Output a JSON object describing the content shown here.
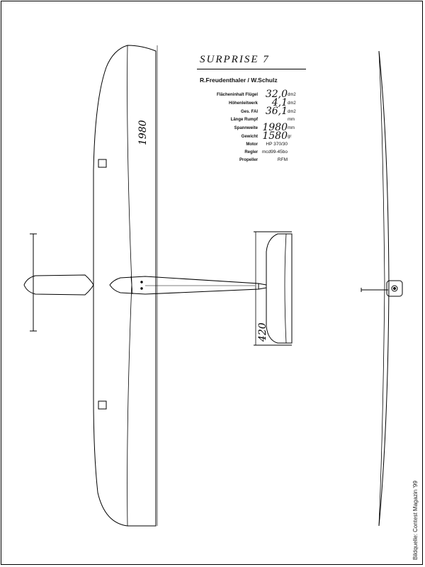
{
  "title": "SURPRISE 7",
  "authors": "R.Freudenthaler / W.Schulz",
  "specs": [
    {
      "label": "Flächeninhalt Flügel",
      "value": "32,0",
      "unit": "dm2"
    },
    {
      "label": "Höhenleitwerk",
      "value": "4,1",
      "unit": "dm2"
    },
    {
      "label": "Ges. FAI",
      "value": "36,1",
      "unit": "dm2"
    },
    {
      "label": "Länge Rumpf",
      "value": "",
      "unit": "mm"
    },
    {
      "label": "Spannweite",
      "value": "1980",
      "unit": "mm"
    },
    {
      "label": "Gewicht",
      "value": "1580",
      "unit": "gr"
    },
    {
      "label": "Motor",
      "value": "HP 370/30",
      "unit": ""
    },
    {
      "label": "Regler",
      "value": "mcd99-45bo",
      "unit": ""
    },
    {
      "label": "Propeller",
      "value": "RFM",
      "unit": ""
    }
  ],
  "dimensions": {
    "span": "1980",
    "stabilizer": "420"
  },
  "credit": "Bildquelle: Contest Magazin '99"
}
